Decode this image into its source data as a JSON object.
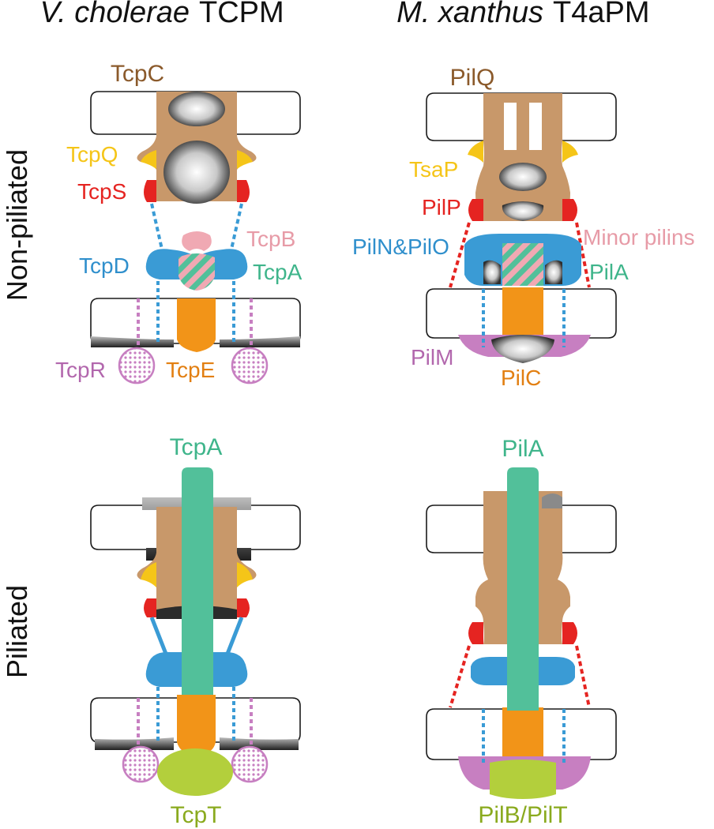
{
  "columns": {
    "left": {
      "species": "V. cholerae",
      "system": "TCPM"
    },
    "right": {
      "species": "M. xanthus",
      "system": "T4aPM"
    }
  },
  "rows": {
    "top": "Non-piliated",
    "bottom": "Piliated"
  },
  "colors": {
    "secretin": "#c8986a",
    "pilot": "#f5c518",
    "red": "#e52421",
    "blue": "#3a9bd5",
    "pink": "#f0a9b3",
    "green": "#52c09a",
    "orange": "#f29418",
    "purple": "#c77fc1",
    "olive": "#b3cf3c",
    "shadow": "#2b2b2b"
  },
  "labels": {
    "tcm_np": {
      "TcpC": "TcpC",
      "TcpQ": "TcpQ",
      "TcpS": "TcpS",
      "TcpD": "TcpD",
      "TcpB": "TcpB",
      "TcpA": "TcpA",
      "TcpR": "TcpR",
      "TcpE": "TcpE"
    },
    "t4a_np": {
      "PilQ": "PilQ",
      "TsaP": "TsaP",
      "PilP": "PilP",
      "PilNO": "PilN&PilO",
      "Minor": "Minor pilins",
      "PilA": "PilA",
      "PilM": "PilM",
      "PilC": "PilC"
    },
    "tcm_p": {
      "TcpA": "TcpA",
      "TcpT": "TcpT"
    },
    "t4a_p": {
      "PilA": "PilA",
      "PilBT": "PilB/PilT"
    }
  }
}
